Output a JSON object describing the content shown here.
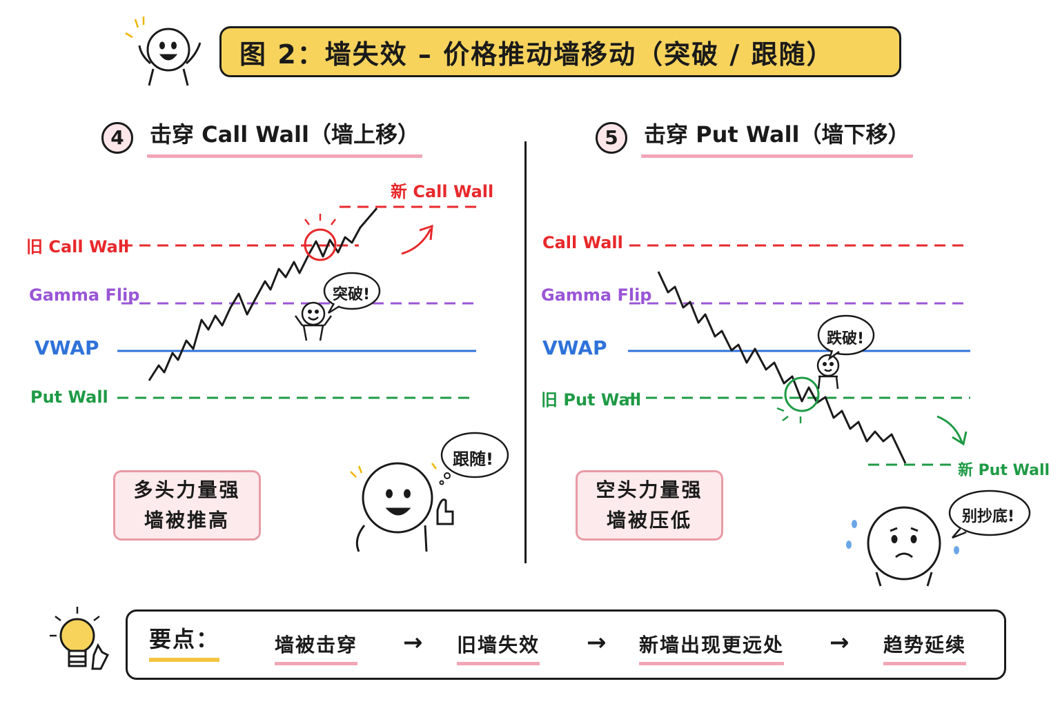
{
  "title": "图 2：墙失效 – 价格推动墙移动（突破 / 跟随）",
  "left": {
    "number": "4",
    "heading": "击穿 Call Wall（墙上移）",
    "labels": {
      "new_call_wall": "新 Call Wall",
      "old_call_wall": "旧 Call Wall",
      "gamma_flip": "Gamma Flip",
      "vwap": "VWAP",
      "put_wall": "Put Wall"
    },
    "bubble_breakout": "突破!",
    "bubble_follow": "跟随!",
    "note_line1": "多头力量强",
    "note_line2": "墙被推高"
  },
  "right": {
    "number": "5",
    "heading": "击穿 Put Wall（墙下移）",
    "labels": {
      "call_wall": "Call Wall",
      "gamma_flip": "Gamma Flip",
      "vwap": "VWAP",
      "old_put_wall": "旧 Put Wall",
      "new_put_wall": "新 Put Wall"
    },
    "bubble_breakdown": "跌破!",
    "bubble_no_bottom": "别抄底!",
    "note_line1": "空头力量强",
    "note_line2": "墙被压低"
  },
  "summary": {
    "label": "要点：",
    "steps": [
      "墙被击穿",
      "旧墙失效",
      "新墙出现更远处",
      "趋势延续"
    ],
    "arrow": "→"
  },
  "colors": {
    "call_wall": "#e8282b",
    "gamma_flip": "#9a55d6",
    "vwap": "#2f72d9",
    "put_wall": "#1e9a45",
    "banner": "#f7d35c",
    "note_bg": "#fdeaec",
    "underline": "#f1a6b6"
  }
}
